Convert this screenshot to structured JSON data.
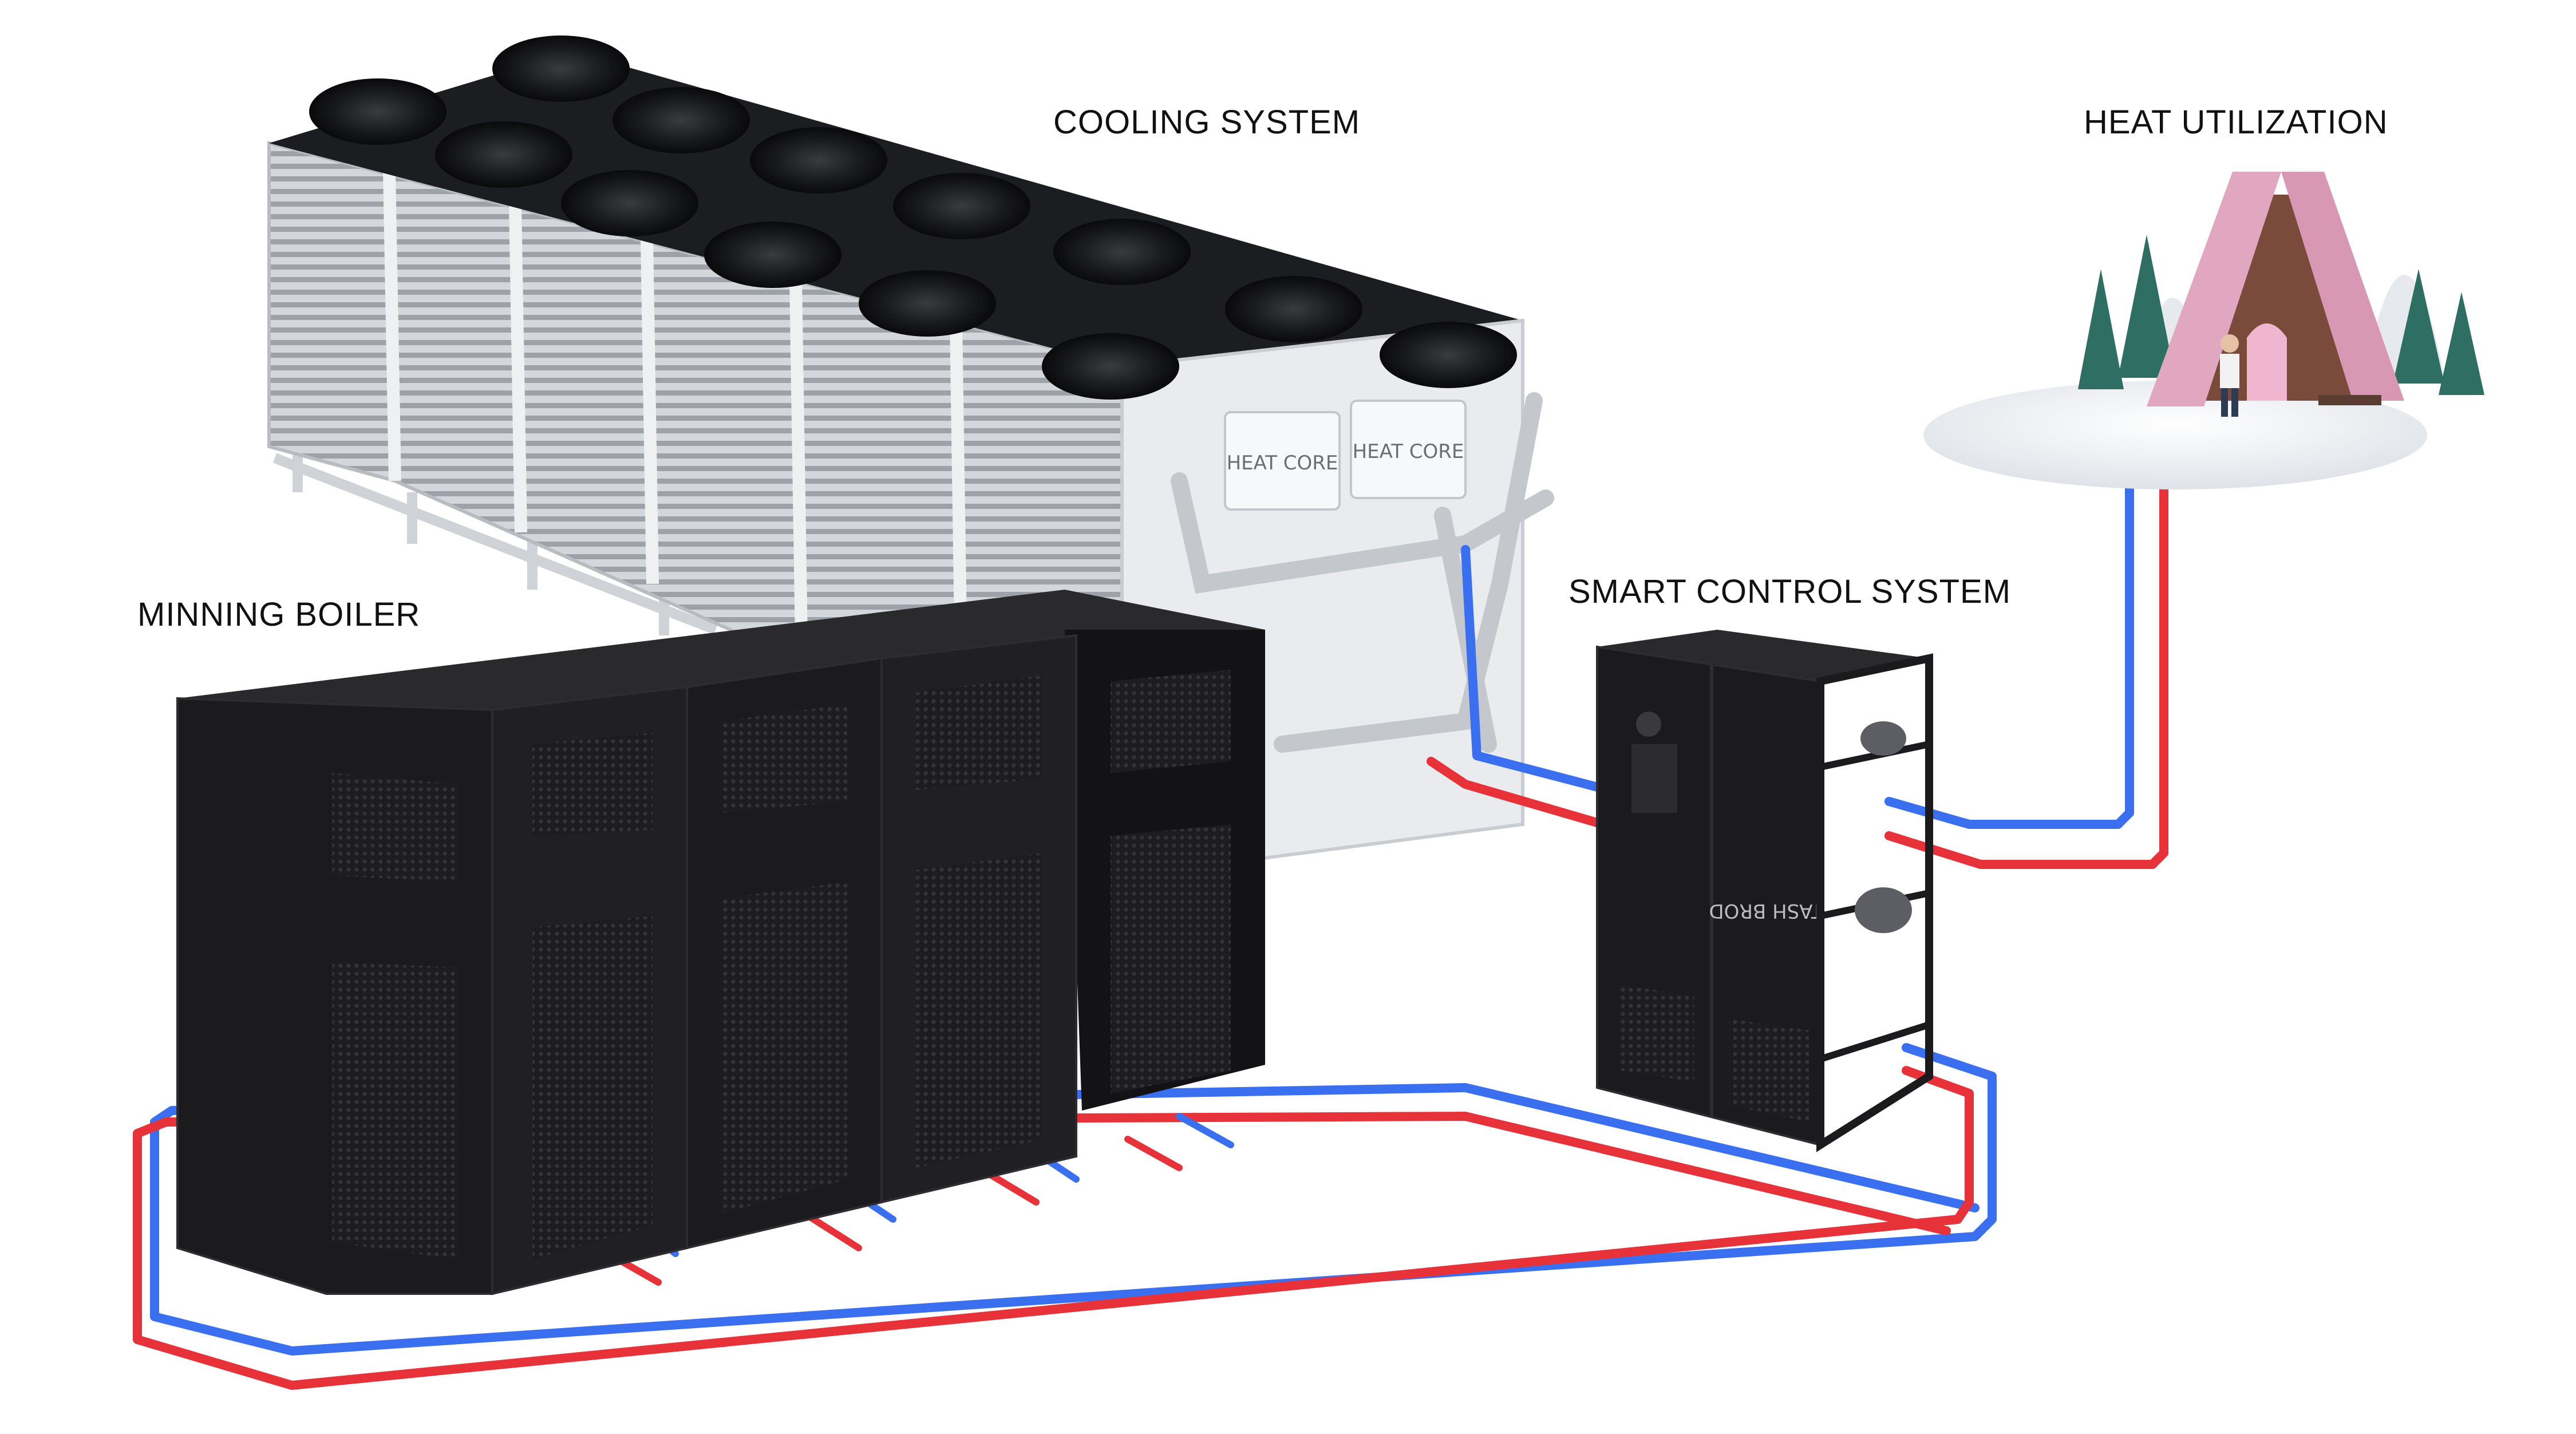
{
  "labels": {
    "cooling_system": "COOLING SYSTEM",
    "heat_utilization": "HEAT UTILIZATION",
    "mining_boiler": "MINNING BOILER",
    "smart_control_system": "SMART CONTROL SYSTEM"
  },
  "device_text": {
    "cooler_badge_1": "HEAT CORE",
    "cooler_badge_2": "HEAT CORE",
    "control_badge": "TASH BROD"
  },
  "colors": {
    "hot_pipe": "#e8323a",
    "cold_pipe": "#3a6ff0",
    "cabinet": "#1b1b1d",
    "cooler_frame": "#d9dcdf",
    "fan": "#111214",
    "snow": "#f1f3f6",
    "roof": "#e2a7c0",
    "tree": "#2f6f63"
  }
}
